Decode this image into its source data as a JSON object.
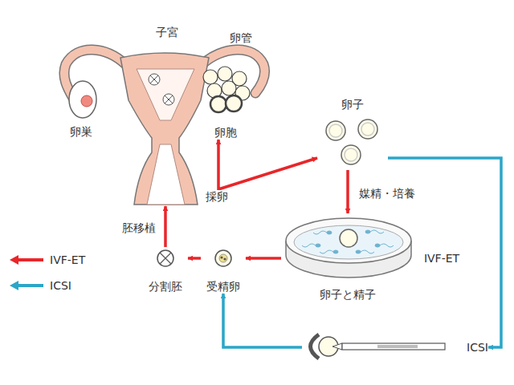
{
  "diagram": {
    "nodes": [
      {
        "text": [
          "子宮"
        ]
      },
      {
        "text": [
          "卵胞"
        ],
        "in": 0
      },
      {
        "text": [
          "卵子"
        ]
      },
      {
        "text": [
          "卵子と精子"
        ]
      },
      {
        "text": [
          "ICSI"
        ]
      },
      {
        "text": [
          "受精卵"
        ]
      },
      {
        "text": [
          "分割胚"
        ]
      }
    ],
    "edges": [
      {
        "from": 1,
        "to": 2,
        "label": "採卵",
        "arrow": "both"
      },
      {
        "from": 2,
        "to": 3,
        "label": "媒精・培養",
        "arrow": "to"
      },
      {
        "from": 3,
        "to": 5,
        "arrow": "to"
      },
      {
        "from": 5,
        "to": 6,
        "arrow": "to"
      },
      {
        "from": 6,
        "to": 0,
        "label": "胚移植",
        "arrow": "to"
      },
      {
        "from": 2,
        "to": 4,
        "arrow": "to"
      },
      {
        "from": 4,
        "to": 5,
        "arrow": "to"
      }
    ],
    "labels": [
      "卵管",
      "卵巣",
      "IVF-ET"
    ],
    "legend": [
      {
        "text": "IVF-ET",
        "color": "#e8262a"
      },
      {
        "text": "ICSI",
        "color": "#2ba6c8"
      }
    ]
  }
}
